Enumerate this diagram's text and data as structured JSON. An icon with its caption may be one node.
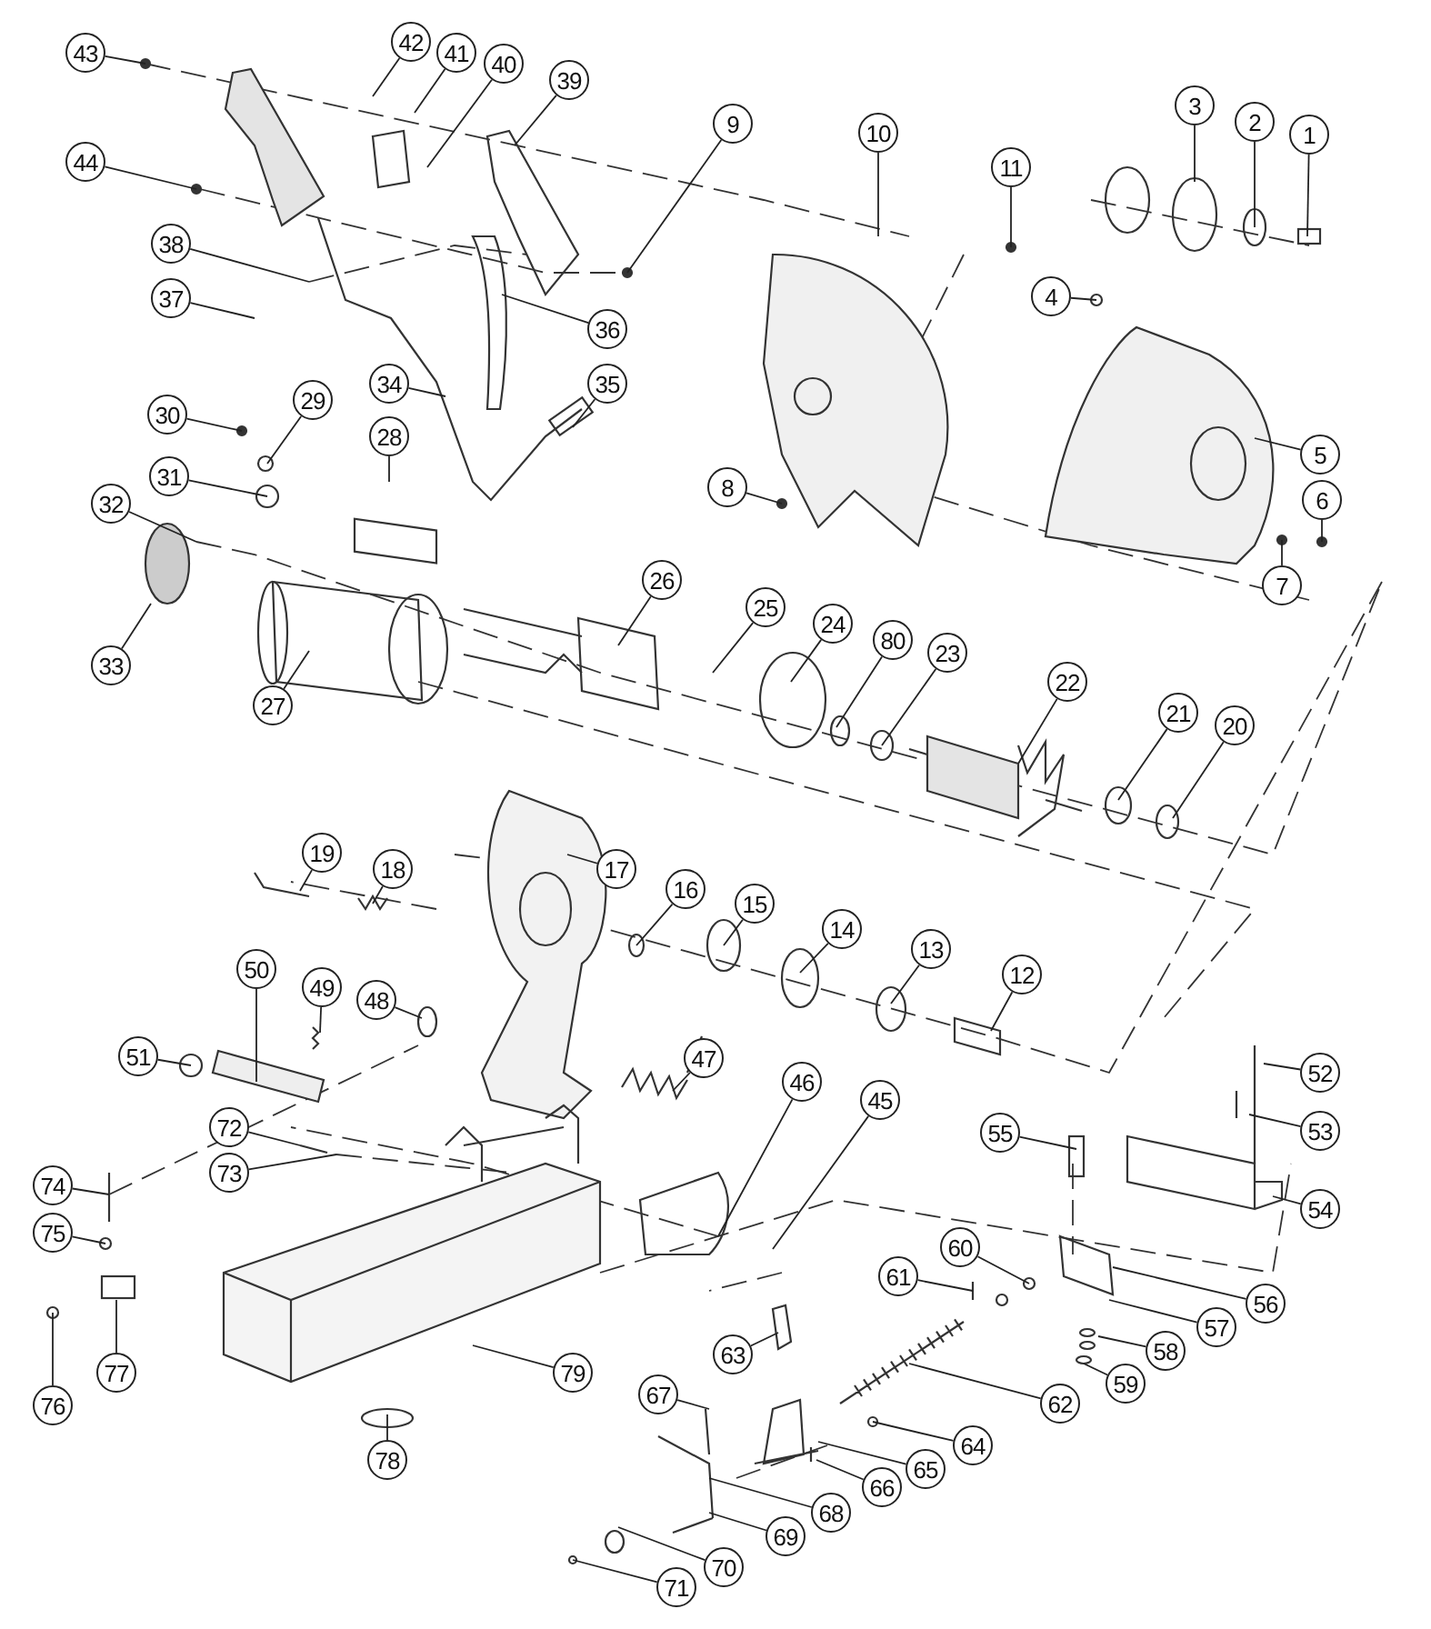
{
  "diagram": {
    "nodes": [
      {
        "text": [
          "1"
        ]
      },
      {
        "text": [
          "2"
        ]
      },
      {
        "text": [
          "3"
        ]
      },
      {
        "text": [
          "4"
        ]
      },
      {
        "text": [
          "5"
        ]
      },
      {
        "text": [
          "6"
        ]
      },
      {
        "text": [
          "7"
        ]
      },
      {
        "text": [
          "8"
        ]
      },
      {
        "text": [
          "9"
        ]
      },
      {
        "text": [
          "10"
        ]
      },
      {
        "text": [
          "11"
        ]
      },
      {
        "text": [
          "12"
        ]
      },
      {
        "text": [
          "13"
        ]
      },
      {
        "text": [
          "14"
        ]
      },
      {
        "text": [
          "15"
        ]
      },
      {
        "text": [
          "16"
        ]
      },
      {
        "text": [
          "17"
        ]
      },
      {
        "text": [
          "18"
        ]
      },
      {
        "text": [
          "19"
        ]
      },
      {
        "text": [
          "20"
        ]
      },
      {
        "text": [
          "21"
        ]
      },
      {
        "text": [
          "22"
        ]
      },
      {
        "text": [
          "23"
        ]
      },
      {
        "text": [
          "24"
        ]
      },
      {
        "text": [
          "25"
        ]
      },
      {
        "text": [
          "26"
        ]
      },
      {
        "text": [
          "27"
        ]
      },
      {
        "text": [
          "28"
        ]
      },
      {
        "text": [
          "29"
        ]
      },
      {
        "text": [
          "30"
        ]
      },
      {
        "text": [
          "31"
        ]
      },
      {
        "text": [
          "32"
        ]
      },
      {
        "text": [
          "33"
        ]
      },
      {
        "text": [
          "34"
        ]
      },
      {
        "text": [
          "35"
        ]
      },
      {
        "text": [
          "36"
        ]
      },
      {
        "text": [
          "37"
        ]
      },
      {
        "text": [
          "38"
        ]
      },
      {
        "text": [
          "39"
        ]
      },
      {
        "text": [
          "40"
        ]
      },
      {
        "text": [
          "41"
        ]
      },
      {
        "text": [
          "42"
        ]
      },
      {
        "text": [
          "43"
        ]
      },
      {
        "text": [
          "44"
        ]
      },
      {
        "text": [
          "45"
        ]
      },
      {
        "text": [
          "46"
        ]
      },
      {
        "text": [
          "47"
        ]
      },
      {
        "text": [
          "48"
        ]
      },
      {
        "text": [
          "49"
        ]
      },
      {
        "text": [
          "50"
        ]
      },
      {
        "text": [
          "51"
        ]
      },
      {
        "text": [
          "52"
        ]
      },
      {
        "text": [
          "53"
        ]
      },
      {
        "text": [
          "54"
        ]
      },
      {
        "text": [
          "55"
        ]
      },
      {
        "text": [
          "56"
        ]
      },
      {
        "text": [
          "57"
        ]
      },
      {
        "text": [
          "58"
        ]
      },
      {
        "text": [
          "59"
        ]
      },
      {
        "text": [
          "60"
        ]
      },
      {
        "text": [
          "61"
        ]
      },
      {
        "text": [
          "62"
        ]
      },
      {
        "text": [
          "63"
        ]
      },
      {
        "text": [
          "64"
        ]
      },
      {
        "text": [
          "65"
        ]
      },
      {
        "text": [
          "66"
        ]
      },
      {
        "text": [
          "67"
        ]
      },
      {
        "text": [
          "68"
        ]
      },
      {
        "text": [
          "69"
        ]
      },
      {
        "text": [
          "70"
        ]
      },
      {
        "text": [
          "71"
        ]
      },
      {
        "text": [
          "72"
        ]
      },
      {
        "text": [
          "73"
        ]
      },
      {
        "text": [
          "74"
        ]
      },
      {
        "text": [
          "75"
        ]
      },
      {
        "text": [
          "76"
        ]
      },
      {
        "text": [
          "77"
        ]
      },
      {
        "text": [
          "78"
        ]
      },
      {
        "text": [
          "79"
        ]
      },
      {
        "text": [
          "80"
        ]
      }
    ],
    "edges": [
      {
        "from": 0,
        "to": null,
        "arrow": "none"
      },
      {
        "from": 1,
        "to": null,
        "arrow": "none"
      },
      {
        "from": 2,
        "to": null,
        "arrow": "none"
      },
      {
        "from": 3,
        "to": null,
        "arrow": "none"
      },
      {
        "from": 4,
        "to": null,
        "arrow": "none"
      },
      {
        "from": 5,
        "to": null,
        "arrow": "none"
      },
      {
        "from": 6,
        "to": null,
        "arrow": "none"
      },
      {
        "from": 7,
        "to": null,
        "arrow": "none"
      },
      {
        "from": 8,
        "to": null,
        "arrow": "none"
      },
      {
        "from": 9,
        "to": null,
        "arrow": "none"
      },
      {
        "from": 10,
        "to": null,
        "arrow": "none"
      },
      {
        "from": 11,
        "to": null,
        "arrow": "none"
      },
      {
        "from": 12,
        "to": null,
        "arrow": "none"
      },
      {
        "from": 13,
        "to": null,
        "arrow": "none"
      },
      {
        "from": 14,
        "to": null,
        "arrow": "none"
      },
      {
        "from": 15,
        "to": null,
        "arrow": "none"
      },
      {
        "from": 16,
        "to": null,
        "arrow": "none"
      },
      {
        "from": 17,
        "to": null,
        "arrow": "none"
      },
      {
        "from": 18,
        "to": null,
        "arrow": "none"
      },
      {
        "from": 19,
        "to": null,
        "arrow": "none"
      },
      {
        "from": 20,
        "to": null,
        "arrow": "none"
      },
      {
        "from": 21,
        "to": null,
        "arrow": "none"
      },
      {
        "from": 22,
        "to": null,
        "arrow": "none"
      },
      {
        "from": 23,
        "to": null,
        "arrow": "none"
      },
      {
        "from": 24,
        "to": null,
        "arrow": "none"
      },
      {
        "from": 25,
        "to": null,
        "arrow": "none"
      },
      {
        "from": 26,
        "to": null,
        "arrow": "none"
      },
      {
        "from": 27,
        "to": null,
        "arrow": "none"
      },
      {
        "from": 28,
        "to": null,
        "arrow": "none"
      },
      {
        "from": 29,
        "to": null,
        "arrow": "none"
      },
      {
        "from": 30,
        "to": null,
        "arrow": "none"
      },
      {
        "from": 31,
        "to": null,
        "arrow": "none"
      },
      {
        "from": 32,
        "to": null,
        "arrow": "none"
      },
      {
        "from": 33,
        "to": null,
        "arrow": "none"
      },
      {
        "from": 34,
        "to": null,
        "arrow": "none"
      },
      {
        "from": 35,
        "to": null,
        "arrow": "none"
      },
      {
        "from": 36,
        "to": null,
        "arrow": "none"
      },
      {
        "from": 37,
        "to": null,
        "arrow": "none"
      },
      {
        "from": 38,
        "to": null,
        "arrow": "none"
      },
      {
        "from": 39,
        "to": null,
        "arrow": "none"
      },
      {
        "from": 40,
        "to": null,
        "arrow": "none"
      },
      {
        "from": 41,
        "to": null,
        "arrow": "none"
      },
      {
        "from": 42,
        "to": null,
        "arrow": "none"
      },
      {
        "from": 43,
        "to": null,
        "arrow": "none"
      },
      {
        "from": 44,
        "to": null,
        "arrow": "none"
      },
      {
        "from": 45,
        "to": null,
        "arrow": "none"
      },
      {
        "from": 46,
        "to": null,
        "arrow": "none"
      },
      {
        "from": 47,
        "to": null,
        "arrow": "none"
      },
      {
        "from": 48,
        "to": null,
        "arrow": "none"
      },
      {
        "from": 49,
        "to": null,
        "arrow": "none"
      },
      {
        "from": 50,
        "to": null,
        "arrow": "none"
      },
      {
        "from": 51,
        "to": null,
        "arrow": "none"
      },
      {
        "from": 52,
        "to": null,
        "arrow": "none"
      },
      {
        "from": 53,
        "to": null,
        "arrow": "none"
      },
      {
        "from": 54,
        "to": null,
        "arrow": "none"
      },
      {
        "from": 55,
        "to": null,
        "arrow": "none"
      },
      {
        "from": 56,
        "to": null,
        "arrow": "none"
      },
      {
        "from": 57,
        "to": null,
        "arrow": "none"
      },
      {
        "from": 58,
        "to": null,
        "arrow": "none"
      },
      {
        "from": 59,
        "to": null,
        "arrow": "none"
      },
      {
        "from": 60,
        "to": null,
        "arrow": "none"
      },
      {
        "from": 61,
        "to": null,
        "arrow": "none"
      },
      {
        "from": 62,
        "to": null,
        "arrow": "none"
      },
      {
        "from": 63,
        "to": null,
        "arrow": "none"
      },
      {
        "from": 64,
        "to": null,
        "arrow": "none"
      },
      {
        "from": 65,
        "to": null,
        "arrow": "none"
      },
      {
        "from": 66,
        "to": null,
        "arrow": "none"
      },
      {
        "from": 67,
        "to": null,
        "arrow": "none"
      },
      {
        "from": 68,
        "to": null,
        "arrow": "none"
      },
      {
        "from": 69,
        "to": null,
        "arrow": "none"
      },
      {
        "from": 70,
        "to": null,
        "arrow": "none"
      },
      {
        "from": 71,
        "to": null,
        "arrow": "none"
      },
      {
        "from": 72,
        "to": null,
        "arrow": "none"
      },
      {
        "from": 73,
        "to": null,
        "arrow": "none"
      },
      {
        "from": 74,
        "to": null,
        "arrow": "none"
      },
      {
        "from": 75,
        "to": null,
        "arrow": "none"
      },
      {
        "from": 76,
        "to": null,
        "arrow": "none"
      },
      {
        "from": 77,
        "to": null,
        "arrow": "none"
      },
      {
        "from": 78,
        "to": null,
        "arrow": "none"
      },
      {
        "from": 79,
        "to": null,
        "arrow": "none"
      }
    ]
  }
}
